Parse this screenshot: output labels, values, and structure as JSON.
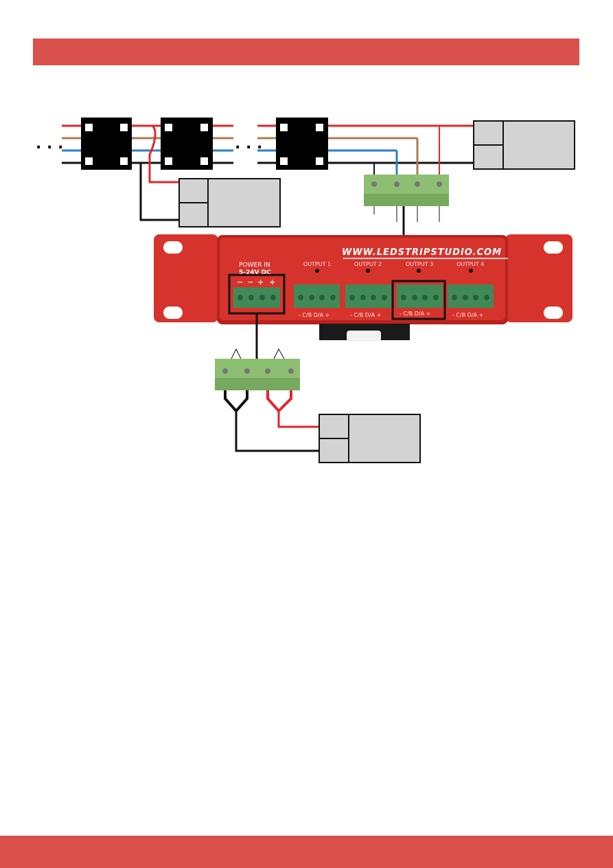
{
  "colors": {
    "accent": "#d9504c",
    "device": "#d6332c",
    "wire_red": "#e2262b",
    "wire_brown": "#a97b55",
    "wire_blue": "#2a7fc4",
    "wire_black": "#111111",
    "terminal_green": "#8cbf72",
    "box_gray": "#d3d3d4"
  },
  "controller": {
    "url": "WWW.LEDSTRIPSTUDIO.COM",
    "power_label_line1": "POWER IN",
    "power_label_line2": "5-24V DC",
    "power_pin_marks": [
      "−",
      "−",
      "+",
      "+"
    ],
    "outputs": [
      {
        "label": "OUTPUT 1",
        "pins": "-  C/B D/A  +"
      },
      {
        "label": "OUTPUT 2",
        "pins": "-  C/B D/A  +"
      },
      {
        "label": "OUTPUT 3",
        "pins": "-  C/B D/A  +"
      },
      {
        "label": "OUTPUT 4",
        "pins": "-  C/B D/A  +"
      }
    ]
  },
  "ellipsis": ". . ."
}
